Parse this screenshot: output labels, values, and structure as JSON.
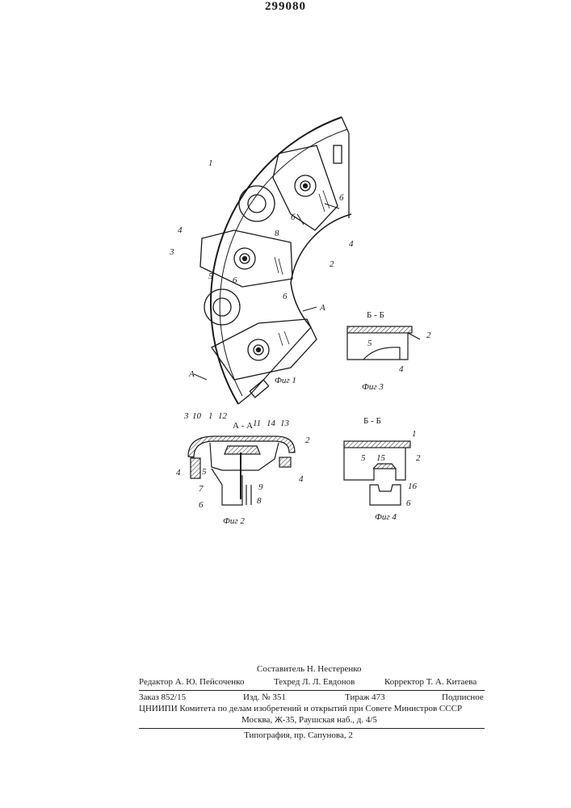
{
  "patent_number": "299080",
  "figures": {
    "fig1": {
      "caption": "Фиг 1",
      "section_a": "А",
      "section_b": "б",
      "labels": [
        "1",
        "2",
        "3",
        "4",
        "4",
        "5",
        "6",
        "6",
        "8"
      ]
    },
    "fig2": {
      "caption": "Фиг 2",
      "section_title": "А - А",
      "labels": [
        "1",
        "2",
        "3",
        "4",
        "4",
        "5",
        "6",
        "7",
        "8",
        "9",
        "10",
        "11",
        "12",
        "13",
        "14"
      ]
    },
    "fig3": {
      "caption": "Фиг 3",
      "section_title": "Б - Б",
      "labels": [
        "2",
        "4",
        "5"
      ]
    },
    "fig4": {
      "caption": "Фиг 4",
      "section_title": "Б - Б",
      "labels": [
        "1",
        "2",
        "5",
        "6",
        "15",
        "16"
      ]
    }
  },
  "imprint": {
    "compiler": "Составитель  Н. Нестеренко",
    "editor": "Редактор  А.  Ю.  Пейсоченко",
    "techred": "Техред  Л.  Л.  Евдонов",
    "corrector": "Корректор  Т.  А.  Китаева",
    "order": "Заказ  852/15",
    "edition": "Изд.  №  351",
    "circulation": "Тираж  473",
    "subscription": "Подписное",
    "institute": "ЦНИИПИ  Комитета  по  делам  изобретений  и  открытий  при  Совете  Министров  СССР",
    "address": "Москва,  Ж-35,  Раушская  наб.,  д.  4/5",
    "printing": "Типография,  пр.  Сапунова,  2"
  }
}
